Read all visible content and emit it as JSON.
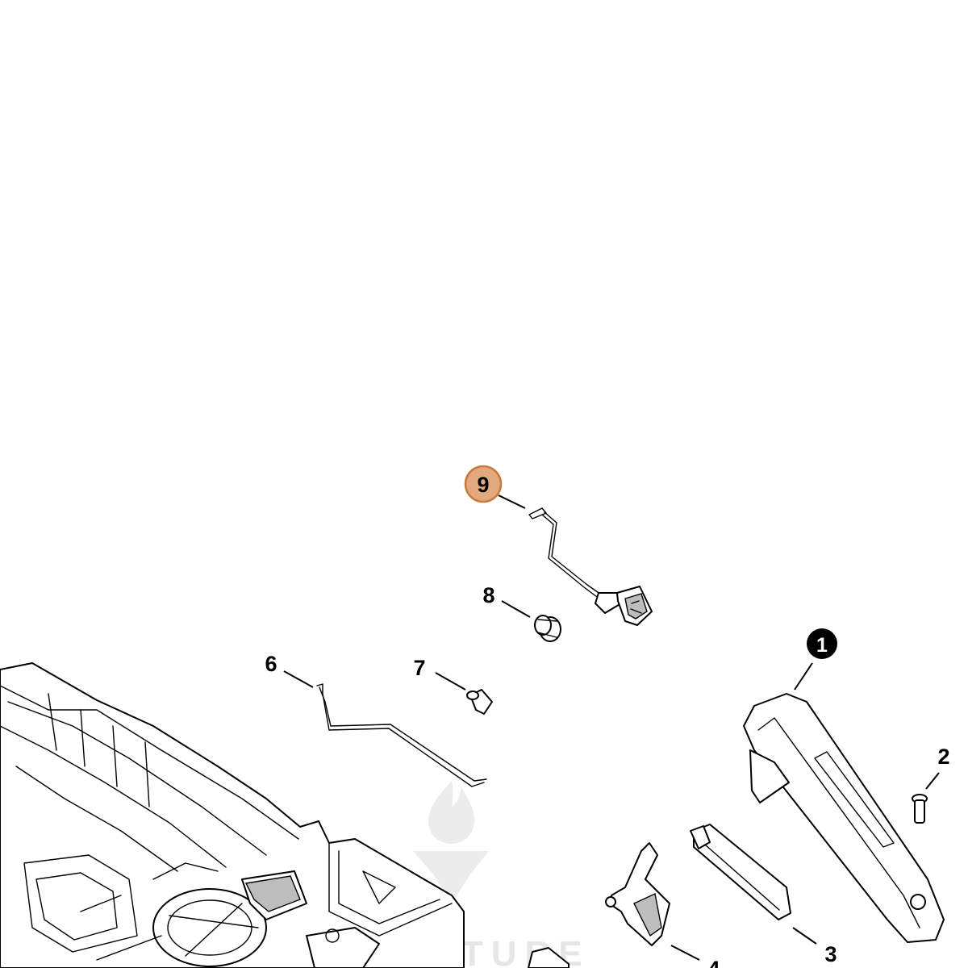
{
  "diagram": {
    "callouts": [
      {
        "id": "1",
        "label": "1",
        "style": "filled-black"
      },
      {
        "id": "2",
        "label": "2",
        "style": "plain"
      },
      {
        "id": "3",
        "label": "3",
        "style": "plain"
      },
      {
        "id": "4",
        "label": "4",
        "style": "plain"
      },
      {
        "id": "6",
        "label": "6",
        "style": "plain"
      },
      {
        "id": "7",
        "label": "7",
        "style": "plain"
      },
      {
        "id": "8",
        "label": "8",
        "style": "plain"
      },
      {
        "id": "9",
        "label": "9",
        "style": "highlighted"
      }
    ],
    "highlight_color": "#e3a97e",
    "highlight_border": "#c77a3f",
    "watermark": {
      "text": "ZAVENTURE"
    }
  }
}
